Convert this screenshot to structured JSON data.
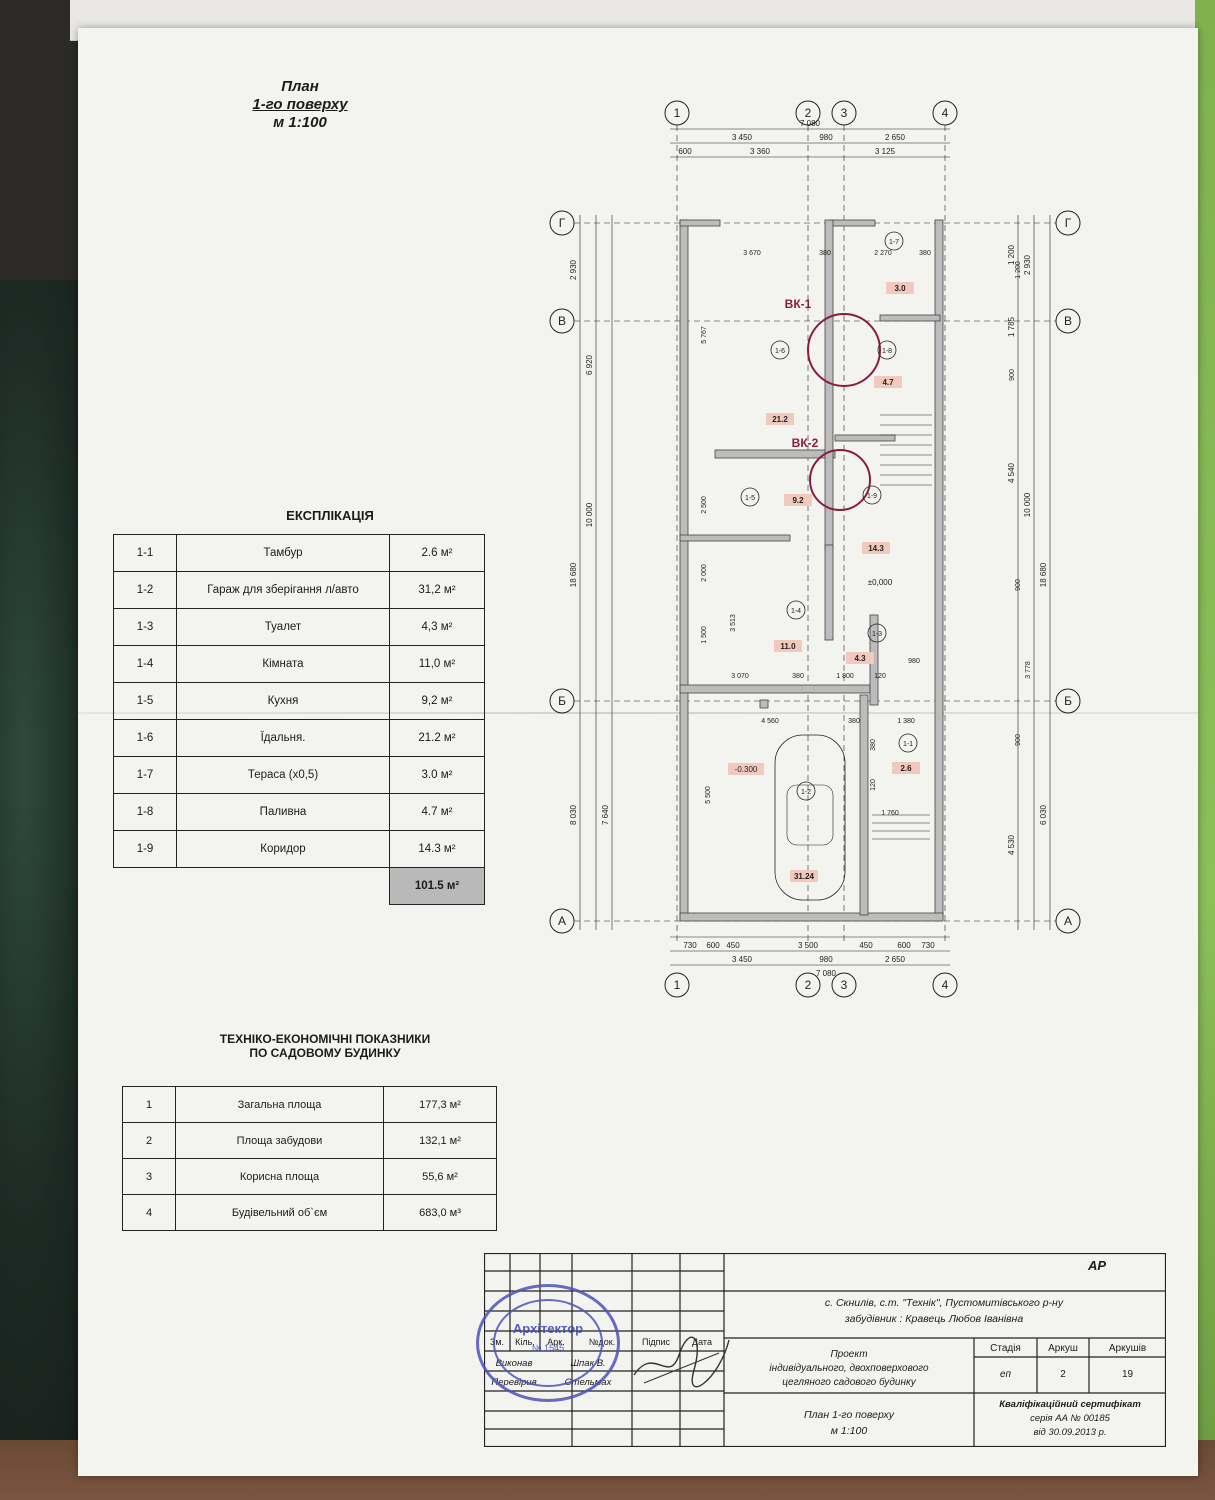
{
  "title": {
    "line1": "План",
    "line2": "1-го поверху",
    "scale": "м 1:100"
  },
  "explication": {
    "heading": "ЕКСПЛІКАЦІЯ",
    "rows": [
      {
        "num": "1-1",
        "name": "Тамбур",
        "area": "2.6 м²"
      },
      {
        "num": "1-2",
        "name": "Гараж для зберігання л/авто",
        "area": "31,2 м²"
      },
      {
        "num": "1-3",
        "name": "Туалет",
        "area": "4,3 м²"
      },
      {
        "num": "1-4",
        "name": "Кімната",
        "area": "11,0 м²"
      },
      {
        "num": "1-5",
        "name": "Кухня",
        "area": "9,2 м²"
      },
      {
        "num": "1-6",
        "name": "Їдальня.",
        "area": "21.2 м²"
      },
      {
        "num": "1-7",
        "name": "Тераса (х0,5)",
        "area": "3.0 м²"
      },
      {
        "num": "1-8",
        "name": "Паливна",
        "area": "4.7 м²"
      },
      {
        "num": "1-9",
        "name": "Коридор",
        "area": "14.3 м²"
      }
    ],
    "total": "101.5 м²"
  },
  "tech": {
    "heading1": "ТЕХНІКО-ЕКОНОМІЧНІ ПОКАЗНИКИ",
    "heading2": "ПО САДОВОМУ БУДИНКУ",
    "rows": [
      {
        "num": "1",
        "name": "Загальна площа",
        "value": "177,3 м²"
      },
      {
        "num": "2",
        "name": "Площа забудови",
        "value": "132,1 м²"
      },
      {
        "num": "3",
        "name": "Корисна площа",
        "value": "55,6 м²"
      },
      {
        "num": "4",
        "name": "Будівельний об`єм",
        "value": "683,0 м³"
      }
    ]
  },
  "plan": {
    "axes_top": [
      "1",
      "2",
      "3",
      "4"
    ],
    "axes_side": [
      "Г",
      "В",
      "Б",
      "А"
    ],
    "dims_top": [
      "7 080",
      "3 450",
      "980",
      "2 650",
      "600",
      "3 360",
      "3 125"
    ],
    "dims_bottom": [
      "730",
      "600",
      "450",
      "3 500",
      "450",
      "600",
      "730",
      "3 450",
      "980",
      "2 650",
      "7 080"
    ],
    "dims_left": [
      "2 930",
      "6 920",
      "10 000",
      "18 680",
      "8 030",
      "7 640"
    ],
    "dims_right": [
      "2 930",
      "1 200",
      "1 785",
      "10 000",
      "18 680",
      "4 540",
      "6 030",
      "4 530"
    ],
    "inner_dims": [
      "3 670",
      "380",
      "2 270",
      "380",
      "5 767",
      "2 500",
      "2 000",
      "1 500",
      "3 513",
      "3 070",
      "380",
      "1 800",
      "120",
      "980",
      "4 560",
      "380",
      "1 380",
      "5 500",
      "1 760",
      "380",
      "120",
      "1 200",
      "900",
      "900",
      "3 778",
      "900"
    ],
    "room_tags": [
      "1-6",
      "1-8",
      "1-5",
      "1-9",
      "1-4",
      "1-3",
      "1-1",
      "1-2",
      "1-7"
    ],
    "areas": [
      "3.0",
      "4.7",
      "21.2",
      "9.2",
      "14.3",
      "11.0",
      "4.3",
      "2.6",
      "31.24"
    ],
    "levels": [
      "±0,000",
      "-0.300"
    ],
    "callouts": [
      "ВК-1",
      "ВК-2"
    ]
  },
  "stamp": {
    "code": "АР",
    "location": "с. Скнилів, с.т. \"Технік\", Пустомитівського р-ну",
    "client": "забудівник : Кравець Любов Іванівна",
    "project_l1": "Проект",
    "project_l2": "індивідуального, двохповерхового",
    "project_l3": "цегляного садового будинку",
    "hdr_stage": "Стадія",
    "hdr_sheet": "Аркуш",
    "hdr_sheets": "Аркушів",
    "stage": "еп",
    "sheet": "2",
    "sheets": "19",
    "sheet_title": "План 1-го поверху",
    "sheet_scale": "м 1:100",
    "cert_l1": "Кваліфікаційний сертифікат",
    "cert_l2": "серія АА № 00185",
    "cert_l3": "від 30.09.2013 р.",
    "col_izm": "Зм.",
    "col_kil": "Кіль.",
    "col_ark": "Арк.",
    "col_doc": "№док.",
    "col_sign": "Підпис",
    "col_date": "Дата",
    "role1": "Виконав",
    "role2": "Перевірив",
    "name1": "Шпак В.",
    "name2": "Стельмах"
  },
  "seal": {
    "label": "Архітектор",
    "number": "№ 1545"
  }
}
